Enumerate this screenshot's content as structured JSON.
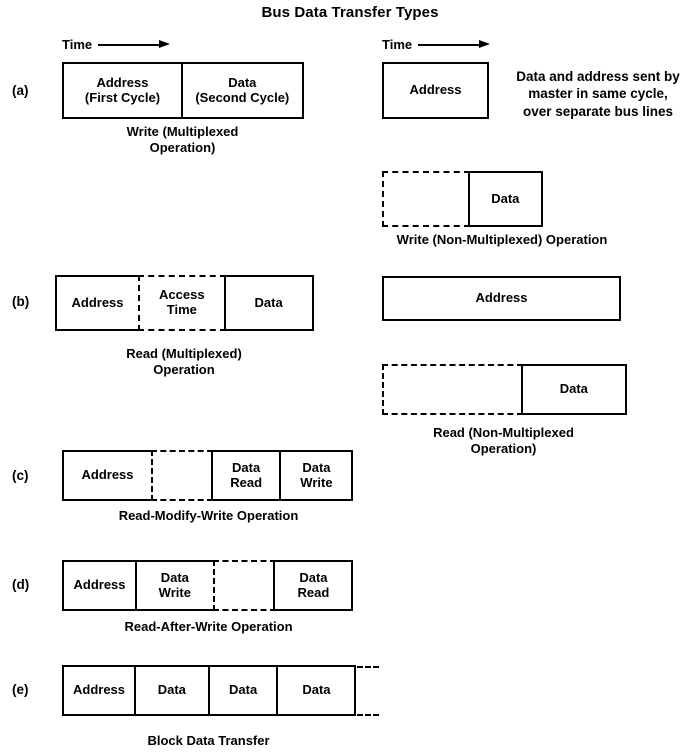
{
  "title": "Bus Data Transfer Types",
  "time_markers": [
    {
      "label": "Time"
    },
    {
      "label": "Time"
    }
  ],
  "rows": [
    {
      "letter": "(a)",
      "left": {
        "caption": "Write (Multiplexed\nOperation)",
        "cells": [
          {
            "text": "Address\n(First Cycle)",
            "style": "solid"
          },
          {
            "text": "Data\n(Second Cycle)",
            "style": "solid"
          }
        ]
      },
      "right_top": {
        "cells": [
          {
            "text": "Address",
            "style": "solid"
          }
        ],
        "note": "Data and address sent by\nmaster in same cycle,\nover separate bus lines"
      },
      "right_bottom": {
        "caption": "Write (Non-Multiplexed) Operation",
        "cells": [
          {
            "text": "",
            "style": "dashed"
          },
          {
            "text": "Data",
            "style": "solid"
          }
        ]
      }
    },
    {
      "letter": "(b)",
      "left": {
        "caption": "Read (Multiplexed)\nOperation",
        "cells": [
          {
            "text": "Address",
            "style": "solid"
          },
          {
            "text": "Access\nTime",
            "style": "dashed"
          },
          {
            "text": "Data",
            "style": "solid"
          }
        ]
      },
      "right_top": {
        "cells": [
          {
            "text": "Address",
            "style": "solid"
          }
        ]
      },
      "right_bottom": {
        "caption": "Read (Non-Multiplexed\nOperation)",
        "cells": [
          {
            "text": "",
            "style": "dashed"
          },
          {
            "text": "Data",
            "style": "solid"
          }
        ]
      }
    },
    {
      "letter": "(c)",
      "left": {
        "caption": "Read-Modify-Write Operation",
        "cells": [
          {
            "text": "Address",
            "style": "solid"
          },
          {
            "text": "",
            "style": "dashed"
          },
          {
            "text": "Data\nRead",
            "style": "solid"
          },
          {
            "text": "Data\nWrite",
            "style": "solid"
          }
        ]
      }
    },
    {
      "letter": "(d)",
      "left": {
        "caption": "Read-After-Write Operation",
        "cells": [
          {
            "text": "Address",
            "style": "solid"
          },
          {
            "text": "Data\nWrite",
            "style": "solid"
          },
          {
            "text": "",
            "style": "dashed"
          },
          {
            "text": "Data\nRead",
            "style": "solid"
          }
        ]
      }
    },
    {
      "letter": "(e)",
      "left": {
        "caption": "Block Data Transfer",
        "cells": [
          {
            "text": "Address",
            "style": "solid"
          },
          {
            "text": "Data",
            "style": "solid"
          },
          {
            "text": "Data",
            "style": "solid"
          },
          {
            "text": "Data",
            "style": "solid"
          }
        ],
        "continues": true
      }
    }
  ],
  "colors": {
    "stroke": "#000000",
    "background": "#ffffff",
    "text": "#000000"
  }
}
